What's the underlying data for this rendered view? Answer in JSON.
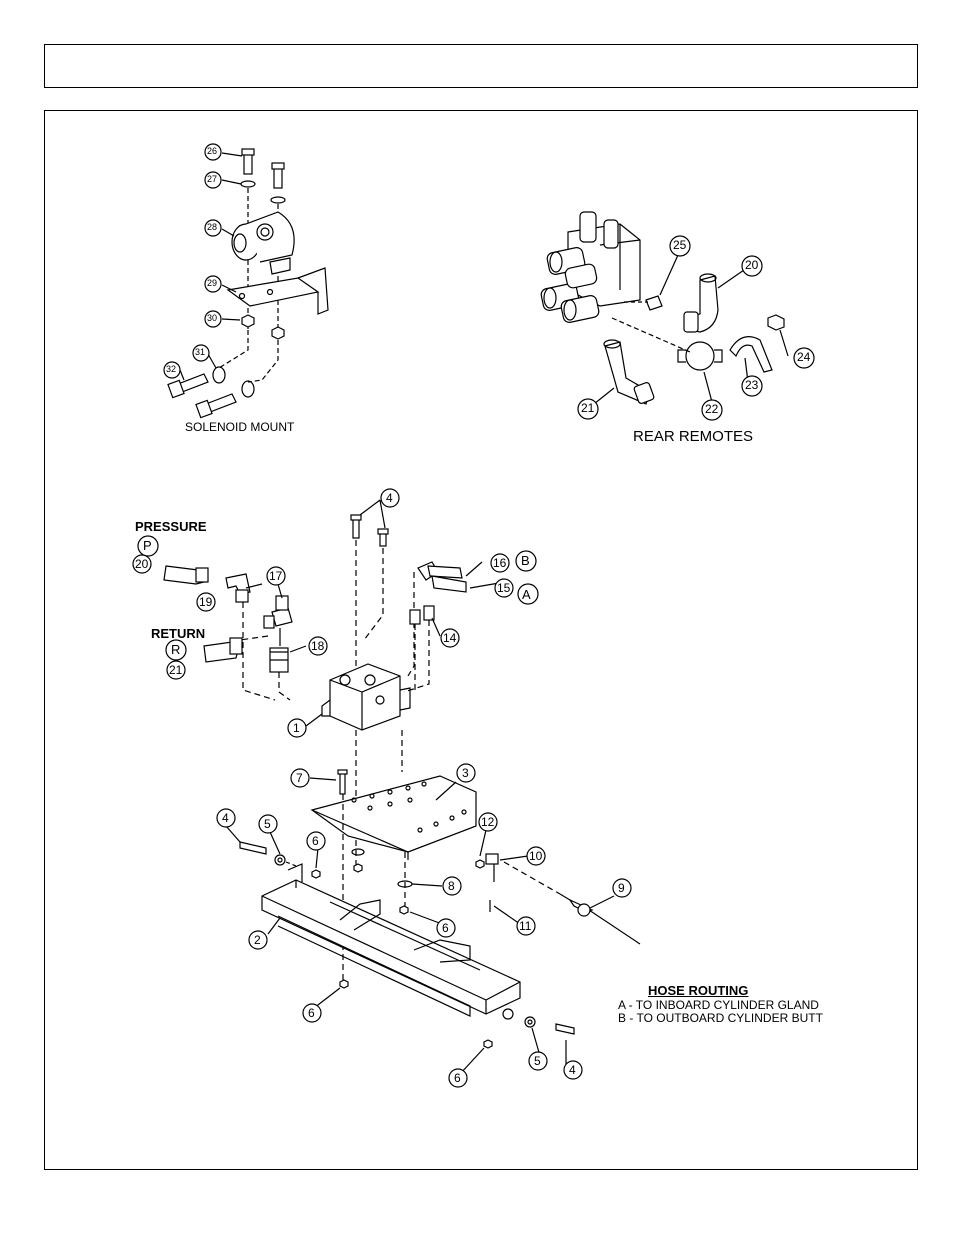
{
  "header": {
    "title": ""
  },
  "solenoid_mount": {
    "caption": "SOLENOID MOUNT",
    "callouts": [
      "26",
      "27",
      "28",
      "29",
      "30",
      "31",
      "32"
    ]
  },
  "rear_remotes": {
    "caption": "REAR REMOTES",
    "callouts": [
      "25",
      "20",
      "21",
      "22",
      "23",
      "24"
    ]
  },
  "valve_assembly": {
    "pressure_label": "PRESSURE",
    "pressure_letter": "P",
    "return_label": "RETURN",
    "return_letter": "R",
    "port_a": "A",
    "port_b": "B",
    "callouts": [
      "4",
      "16",
      "15",
      "17",
      "20",
      "19",
      "14",
      "18",
      "21",
      "1",
      "7",
      "3",
      "4",
      "5",
      "6",
      "12",
      "10",
      "8",
      "9",
      "6",
      "11",
      "2",
      "6",
      "6",
      "5",
      "4"
    ]
  },
  "hose_routing": {
    "title": "HOSE ROUTING",
    "lines": [
      "A - TO INBOARD CYLINDER GLAND",
      "B - TO OUTBOARD CYLINDER BUTT"
    ]
  }
}
